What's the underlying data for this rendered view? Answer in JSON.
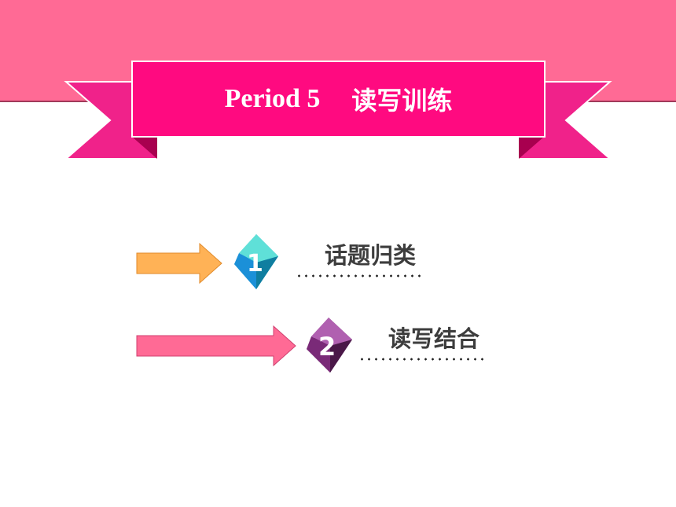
{
  "header": {
    "title_en": "Period 5",
    "title_zh": "读写训练"
  },
  "menu": {
    "items": [
      {
        "number": "1",
        "label": "话题归类",
        "arrow_color": "#ffb256",
        "gem_color": "#2ec4c4"
      },
      {
        "number": "2",
        "label": "读写结合",
        "arrow_color": "#ff6a95",
        "gem_color": "#7a2a78"
      }
    ]
  },
  "colors": {
    "band": "#ff6a95",
    "ribbon": "#ff0a80",
    "ribbon_tail": "#f0228a"
  }
}
